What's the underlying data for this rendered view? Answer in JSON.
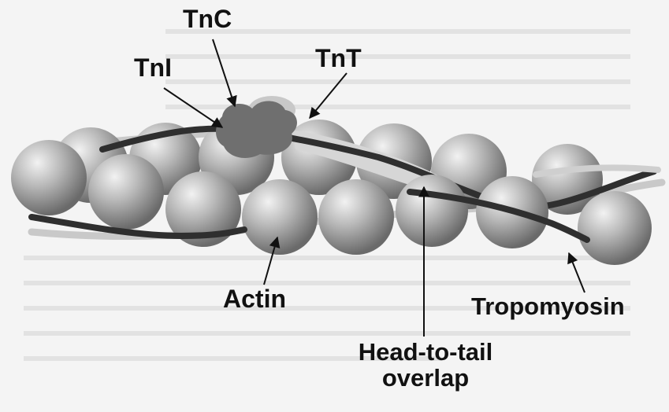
{
  "labels": {
    "tnc": "TnC",
    "tni": "TnI",
    "tnt": "TnT",
    "actin": "Actin",
    "tropomyosin": "Tropomyosin",
    "overlap_line1": "Head-to-tail",
    "overlap_line2": "overlap"
  },
  "colors": {
    "background": "#f4f4f4",
    "troponin_complex": "#6f6f6f",
    "tropomyosin_dark": "#2f2f2f",
    "tropomyosin_light": "#c9c9c9",
    "actin": "#9a9a9a"
  }
}
